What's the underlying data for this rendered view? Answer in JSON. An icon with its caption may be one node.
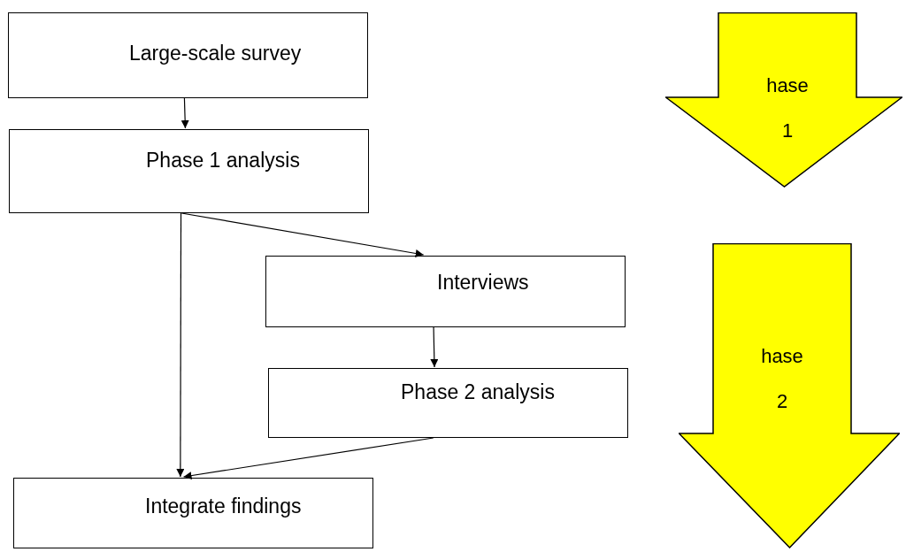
{
  "diagram": {
    "nodes": [
      {
        "text": [
          "Large-scale survey"
        ]
      },
      {
        "text": [
          "Phase 1 analysis"
        ]
      },
      {
        "text": [
          "Interviews"
        ]
      },
      {
        "text": [
          "Phase 2 analysis"
        ]
      },
      {
        "text": [
          "Integrate findings"
        ]
      },
      {
        "text": [
          "hase 1"
        ]
      },
      {
        "text": [
          "hase 2"
        ]
      }
    ],
    "edges": [
      {
        "from": 0,
        "to": 1,
        "arrow": "to"
      },
      {
        "from": 1,
        "to": 2,
        "arrow": "to"
      },
      {
        "from": 1,
        "to": 4,
        "arrow": "to"
      },
      {
        "from": 2,
        "to": 3,
        "arrow": "to"
      },
      {
        "from": 3,
        "to": 4,
        "arrow": "to"
      }
    ]
  }
}
